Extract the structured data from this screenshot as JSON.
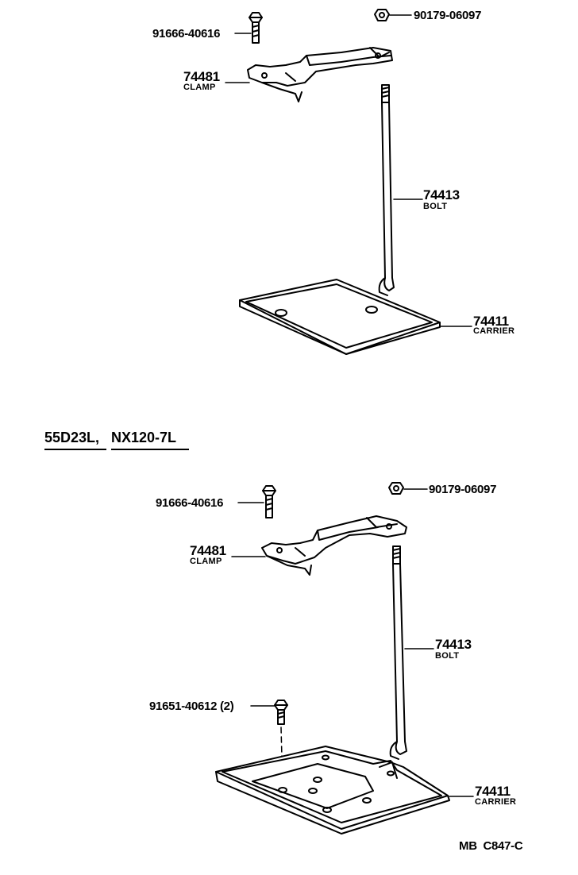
{
  "upper": {
    "bolt_small": "91666-40616",
    "nut": "90179-06097",
    "clamp_no": "74481",
    "clamp_name": "CLAMP",
    "bolt_no": "74413",
    "bolt_name": "BOLT",
    "carrier_no": "74411",
    "carrier_name": "CARRIER"
  },
  "section": {
    "title_a": "55D23L,",
    "title_b": "NX120-7L"
  },
  "lower": {
    "bolt_small": "91666-40616",
    "nut": "90179-06097",
    "clamp_no": "74481",
    "clamp_name": "CLAMP",
    "bolt_no": "74413",
    "bolt_name": "BOLT",
    "screw": "91651-40612 (2)",
    "carrier_no": "74411",
    "carrier_name": "CARRIER"
  },
  "footer": {
    "code": "MB  C847-C"
  }
}
